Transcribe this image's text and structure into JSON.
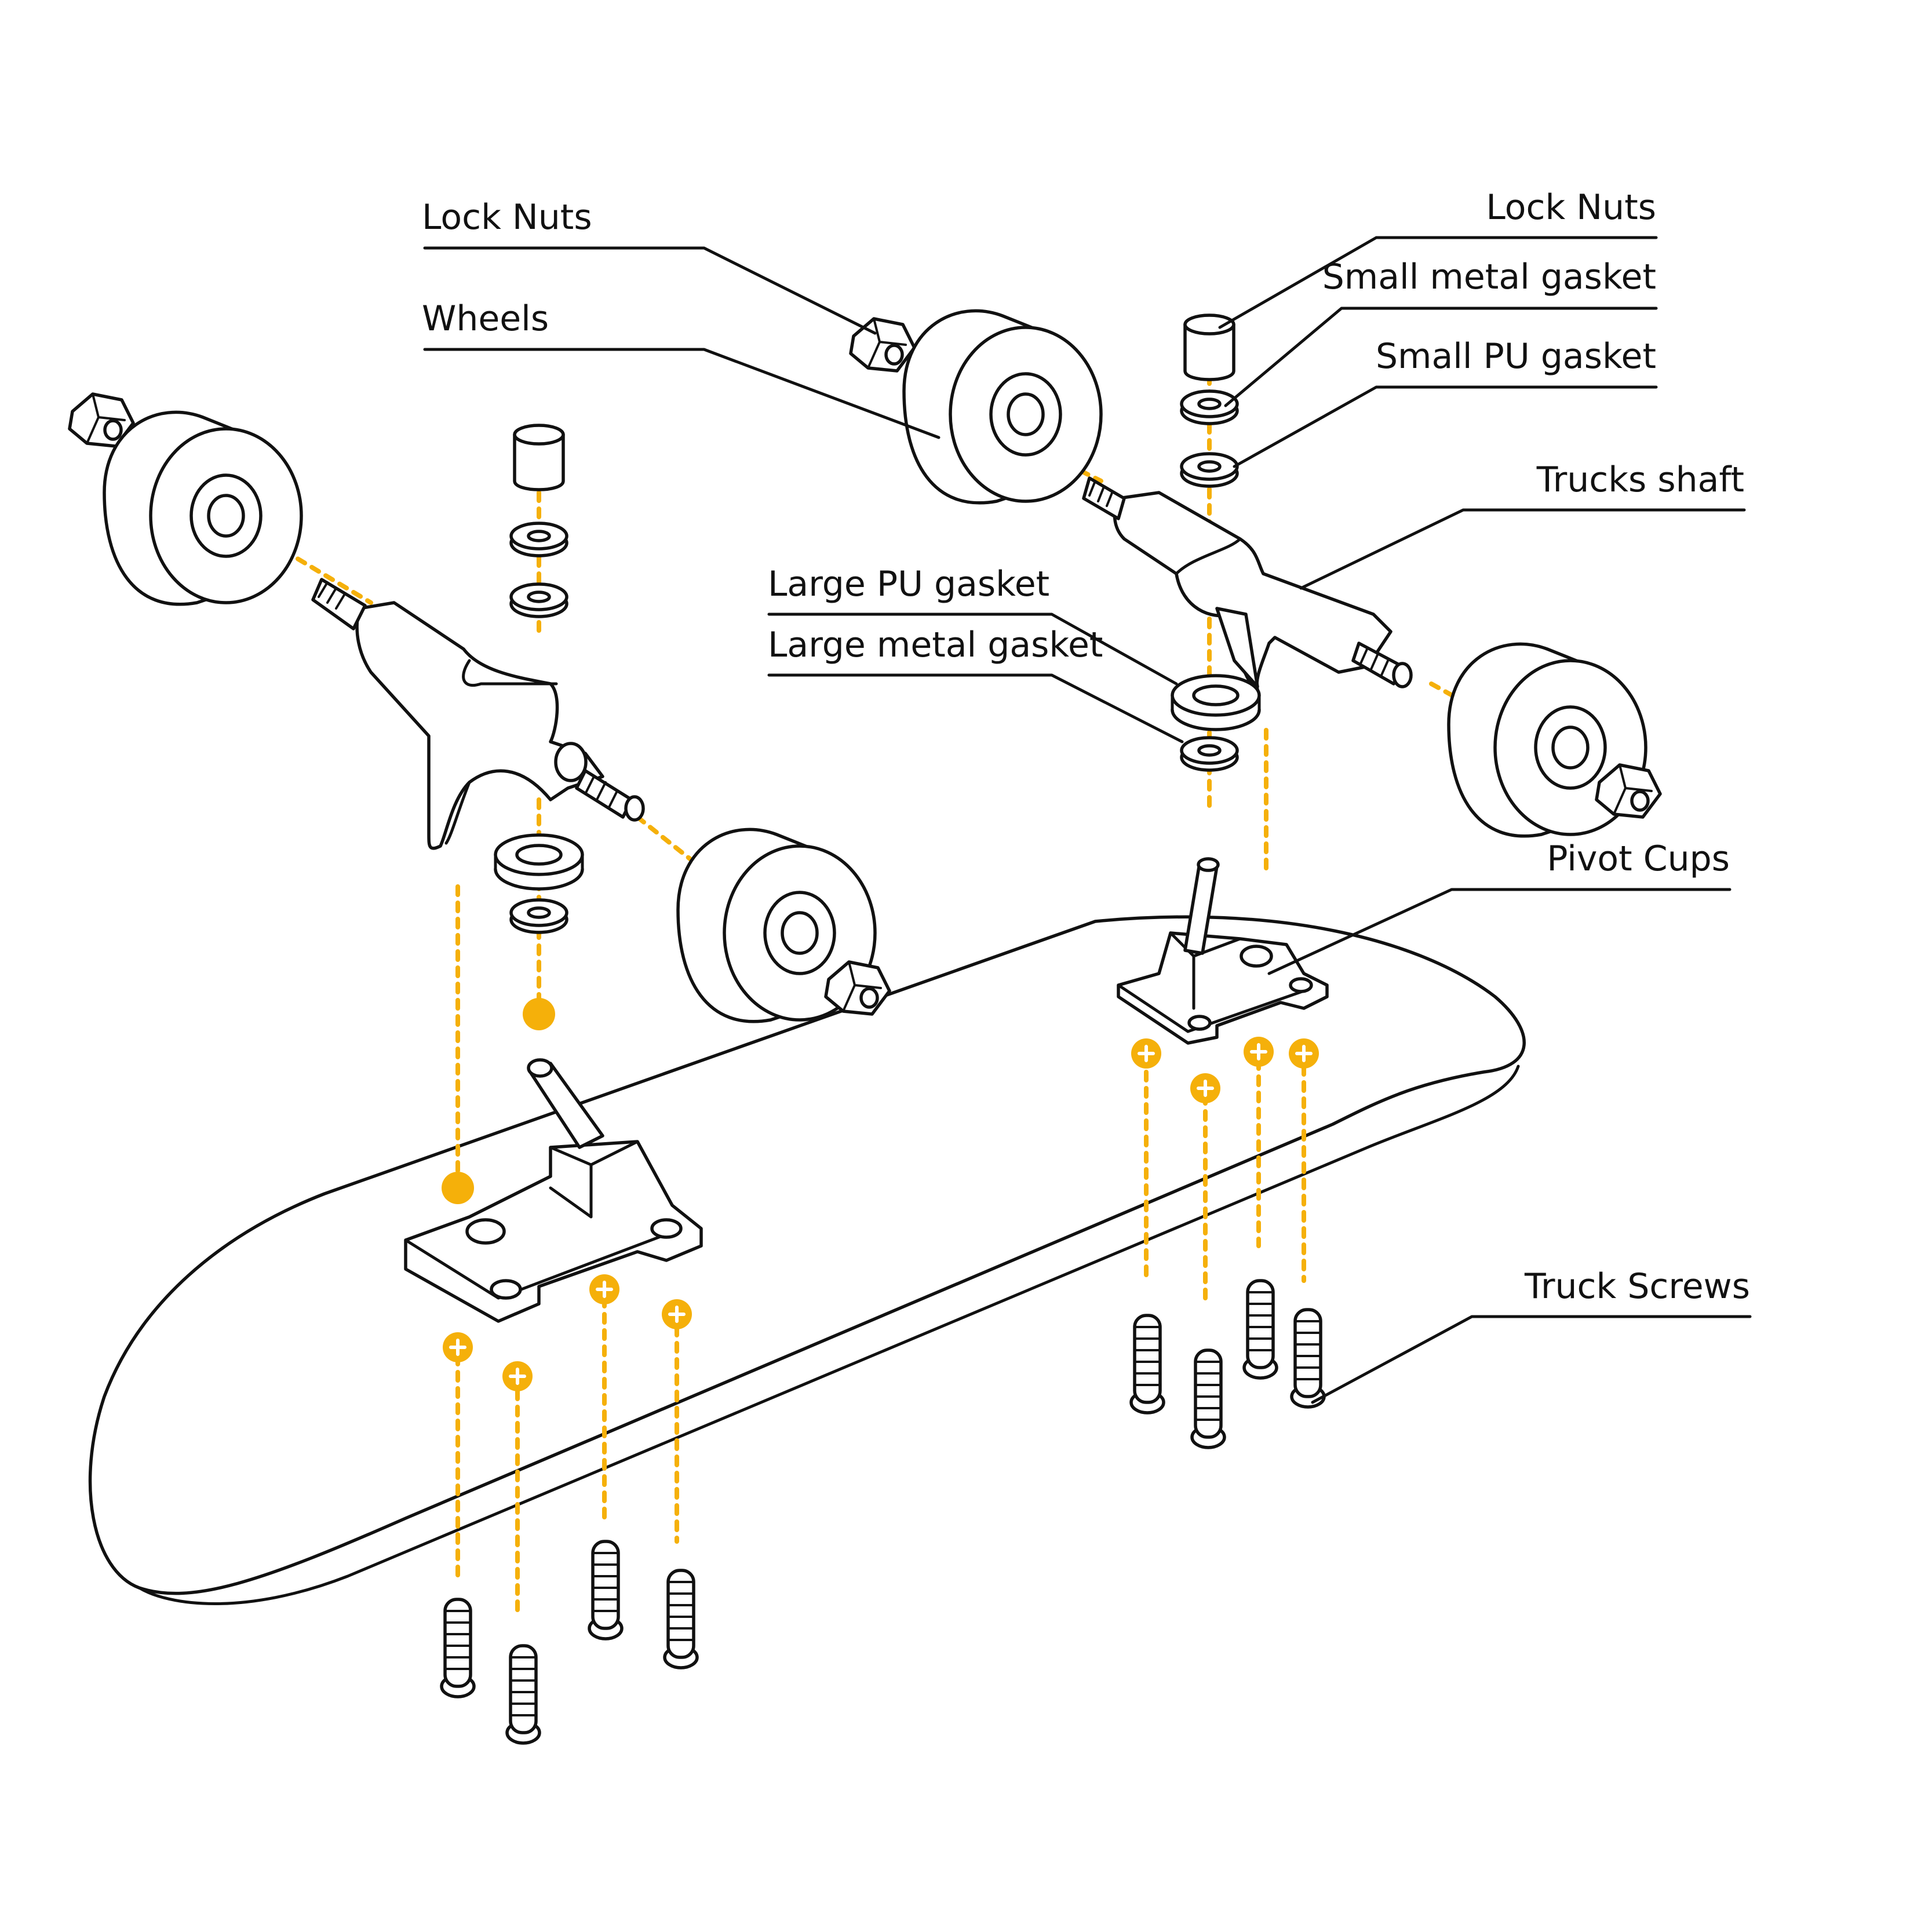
{
  "diagram": {
    "labels": [
      {
        "id": "lock-nuts-left",
        "text": "Lock Nuts"
      },
      {
        "id": "wheels",
        "text": "Wheels"
      },
      {
        "id": "lock-nuts-right",
        "text": "Lock Nuts"
      },
      {
        "id": "small-metal-gasket",
        "text": "Small metal gasket"
      },
      {
        "id": "small-pu-gasket",
        "text": "Small PU gasket"
      },
      {
        "id": "trucks-shaft",
        "text": "Trucks shaft"
      },
      {
        "id": "large-pu-gasket",
        "text": "Large PU gasket"
      },
      {
        "id": "large-metal-gasket",
        "text": "Large metal gasket"
      },
      {
        "id": "pivot-cups",
        "text": "Pivot Cups"
      },
      {
        "id": "truck-screws",
        "text": "Truck Screws"
      }
    ],
    "colors": {
      "accent": "#F5B00A",
      "line": "#111111",
      "background": "#ffffff"
    },
    "icons": [
      "plus-icon"
    ]
  }
}
